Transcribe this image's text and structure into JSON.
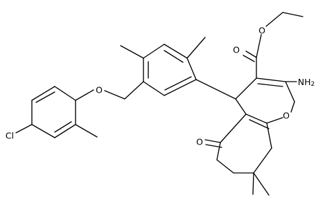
{
  "structure": {
    "atoms": {
      "ester_O_double": "O",
      "ester_O_single": "O",
      "amino": "NH2",
      "ring_O": "O",
      "ether_O": "O",
      "chloro": "Cl",
      "ketone_O": "O"
    }
  }
}
